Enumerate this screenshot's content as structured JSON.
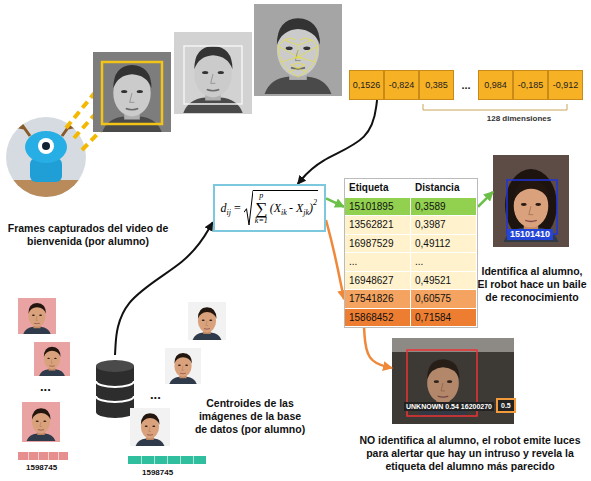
{
  "diagram": {
    "nodes": [
      {
        "text": [
          "Frames capturados del video de bienvenida (por alumno)"
        ]
      },
      {
        "text": [
          "0,1526",
          "-0,824",
          "0,385",
          "...",
          "0,984",
          "-0,185",
          "-0,912",
          "128 dimensiones"
        ]
      },
      {
        "text": [
          "d",
          "ij",
          "=",
          "p",
          "∑",
          "k=1",
          "(X",
          "ik",
          "- X",
          "jk",
          ")",
          "2"
        ]
      },
      {
        "text": [
          "Centroides de las imágenes de la base de datos (por alumno)"
        ]
      },
      {
        "text": [
          "Etiqueta",
          "Distancia",
          "15101895",
          "0,3589",
          "13562821",
          "0,3987",
          "16987529",
          "0,49112",
          "...",
          "...",
          "16948627",
          "0,49521",
          "17541826",
          "0,60575",
          "15868452",
          "0,71584"
        ]
      },
      {
        "text": [
          "15101410",
          "Identifica al alumno, El robot hace un baile de reconocimiento"
        ]
      },
      {
        "text": [
          "UNKNOWN 0.54 16200270",
          "0.5",
          "NO identifica al alumno, el robot emite luces para alertar que hay un intruso y revela la etiqueta del alumno más parecido"
        ]
      }
    ],
    "edges": [
      {
        "from": 1,
        "to": 2,
        "arrow": "to"
      },
      {
        "from": 3,
        "to": 2,
        "arrow": "to"
      },
      {
        "from": 2,
        "to": 4,
        "arrow": "to"
      },
      {
        "from": 2,
        "to": 4,
        "arrow": "to"
      },
      {
        "from": 4,
        "to": 5,
        "arrow": "to"
      },
      {
        "from": 4,
        "to": 6,
        "arrow": "to"
      }
    ],
    "labels": [
      "1598745",
      "1598745",
      "...",
      "..."
    ]
  }
}
